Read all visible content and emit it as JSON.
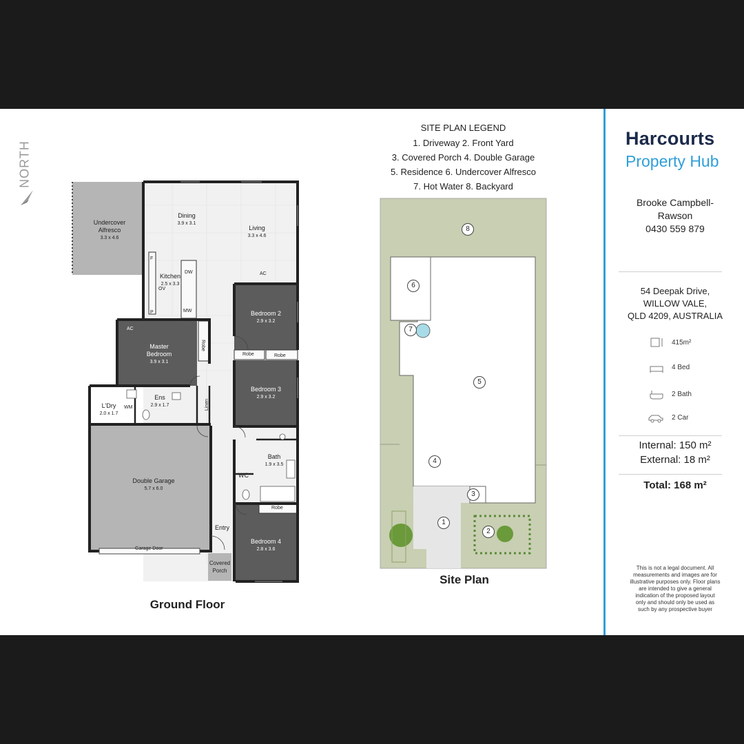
{
  "compass": {
    "label": "NORTH"
  },
  "floor_plan": {
    "title": "Ground Floor",
    "rooms": {
      "alfresco": {
        "name": "Undercover Alfresco",
        "dims": "3.3 x 4.6"
      },
      "dining": {
        "name": "Dining",
        "dims": "3.9 x 3.1"
      },
      "living": {
        "name": "Living",
        "dims": "3.3 x 4.6"
      },
      "kitchen": {
        "name": "Kitchen",
        "dims": "2.5 x 3.3"
      },
      "bedroom2": {
        "name": "Bedroom 2",
        "dims": "2.9 x 3.2"
      },
      "master": {
        "name": "Master Bedroom",
        "dims": "3.9 x 3.1"
      },
      "bedroom3": {
        "name": "Bedroom 3",
        "dims": "2.9 x 3.2"
      },
      "laundry": {
        "name": "L'Dry",
        "dims": "2.0 x 1.7"
      },
      "ensuite": {
        "name": "Ens",
        "dims": "2.9 x 1.7"
      },
      "bath": {
        "name": "Bath",
        "dims": "1.9 x 3.5"
      },
      "garage": {
        "name": "Double Garage",
        "dims": "5.7 x 6.0"
      },
      "bedroom4": {
        "name": "Bedroom 4",
        "dims": "2.8 x 3.6"
      }
    },
    "fixtures": {
      "ac1": "AC",
      "ac2": "AC",
      "fridge": "F",
      "ov": "OV",
      "pantry": "P",
      "dw": "DW",
      "mw": "MW",
      "robe1": "Robe",
      "robe2": "Robe",
      "robe3": "Robe",
      "robe4": "Robe",
      "linen": "Linen",
      "wm": "WM",
      "wc": "WC",
      "entry": "Entry",
      "porch": "Covered Porch",
      "garage_door": "Garage Door"
    }
  },
  "site_plan": {
    "title": "Site Plan",
    "legend_title": "SITE PLAN LEGEND",
    "legend_lines": [
      "1. Driveway  2. Front Yard",
      "3. Covered Porch  4. Double Garage",
      "5. Residence  6. Undercover Alfresco",
      "7. Hot Water  8. Backyard"
    ],
    "markers": [
      "1",
      "2",
      "3",
      "4",
      "5",
      "6",
      "7",
      "8"
    ]
  },
  "agency": {
    "brand_line1": "Harcourts",
    "brand_line2": "Property Hub",
    "brand_color": "#1b2a4a",
    "accent_color": "#2f9fd8",
    "agent_name_1": "Brooke Campbell-",
    "agent_name_2": "Rawson",
    "agent_phone": "0430 559 879"
  },
  "property": {
    "address_1": "54 Deepak Drive,",
    "address_2": "WILLOW VALE,",
    "address_3": "QLD 4209, AUSTRALIA",
    "features": [
      {
        "icon": "land-area-icon",
        "label": "415m²"
      },
      {
        "icon": "bed-icon",
        "label": "4 Bed"
      },
      {
        "icon": "bath-icon",
        "label": "2 Bath"
      },
      {
        "icon": "car-icon",
        "label": "2 Car"
      }
    ],
    "internal": "Internal: 150 m²",
    "external": "External: 18 m²",
    "total": "Total: 168 m²"
  },
  "disclaimer": [
    "This is not a legal document. All",
    "measurements and images are for",
    "illustrative purposes only. Floor plans",
    "are intended to give a general",
    "indication of the proposed layout",
    "only and should only be used as",
    "such by any prospective buyer"
  ]
}
